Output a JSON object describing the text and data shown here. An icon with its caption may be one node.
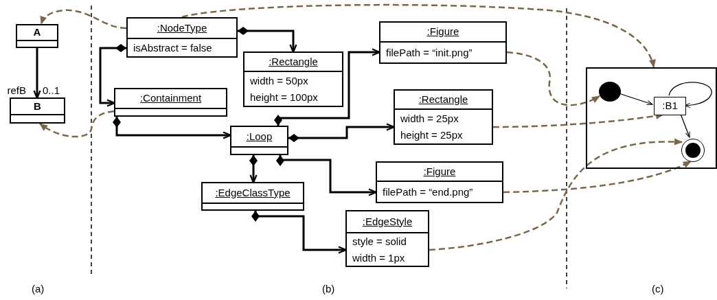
{
  "diagram": {
    "nodes": [
      {
        "text": [
          "A"
        ]
      },
      {
        "text": [
          "B"
        ]
      },
      {
        "text": [
          ":NodeType",
          "isAbstract = false"
        ]
      },
      {
        "text": [
          ":Rectangle",
          "width = 50px",
          "height = 100px"
        ]
      },
      {
        "text": [
          ":Containment"
        ]
      },
      {
        "text": [
          ":Figure",
          "filePath = “init.png”"
        ]
      },
      {
        "text": [
          ":Loop"
        ]
      },
      {
        "text": [
          ":Rectangle",
          "width = 25px",
          "height = 25px"
        ]
      },
      {
        "text": [
          ":Figure",
          "filePath = “end.png”"
        ]
      },
      {
        "text": [
          ":EdgeClassType"
        ]
      },
      {
        "text": [
          ":EdgeStyle",
          "style = solid",
          "width = 1px"
        ]
      },
      {
        "text": [],
        "shape": "box"
      },
      {
        "text": [],
        "shape": "circle",
        "in": 11
      },
      {
        "text": [
          ":B1"
        ],
        "in": 11
      },
      {
        "text": [],
        "shape": "circle",
        "in": 11
      }
    ],
    "edges": [
      {
        "from": 0,
        "to": 1,
        "arrow": "to"
      },
      {
        "from": 2,
        "to": 3,
        "arrow": "to"
      },
      {
        "from": 2,
        "to": 4,
        "arrow": "to"
      },
      {
        "from": 4,
        "to": 6,
        "arrow": "to"
      },
      {
        "from": 6,
        "to": 5,
        "arrow": "to"
      },
      {
        "from": 6,
        "to": 7,
        "arrow": "to"
      },
      {
        "from": 6,
        "to": 9,
        "arrow": "to"
      },
      {
        "from": 6,
        "to": 8,
        "arrow": "to"
      },
      {
        "from": 9,
        "to": 10,
        "arrow": "to"
      },
      {
        "from": 12,
        "to": 13,
        "arrow": "to"
      },
      {
        "from": 13,
        "to": 13,
        "arrow": "to"
      },
      {
        "from": 13,
        "to": 14,
        "arrow": "to"
      },
      {
        "from": 2,
        "to": 0,
        "arrow": "to",
        "style": "dashed",
        "color": "#7b6747"
      },
      {
        "from": 2,
        "to": 11,
        "arrow": "to",
        "style": "dashed",
        "color": "#7b6747"
      },
      {
        "from": 4,
        "to": 1,
        "arrow": "to",
        "style": "dashed",
        "color": "#7b6747"
      },
      {
        "from": 5,
        "to": 12,
        "arrow": "to",
        "style": "dashed",
        "color": "#7b6747"
      },
      {
        "from": 7,
        "to": 13,
        "arrow": "to",
        "style": "dashed",
        "color": "#7b6747"
      },
      {
        "from": 8,
        "to": 14,
        "arrow": "to",
        "style": "dashed",
        "color": "#7b6747"
      },
      {
        "from": 10,
        "to": 14,
        "arrow": "to",
        "style": "dashed",
        "color": "#7b6747"
      }
    ],
    "labels": [
      "refB",
      "0..1",
      "(a)",
      "(b)",
      "(c)"
    ]
  }
}
